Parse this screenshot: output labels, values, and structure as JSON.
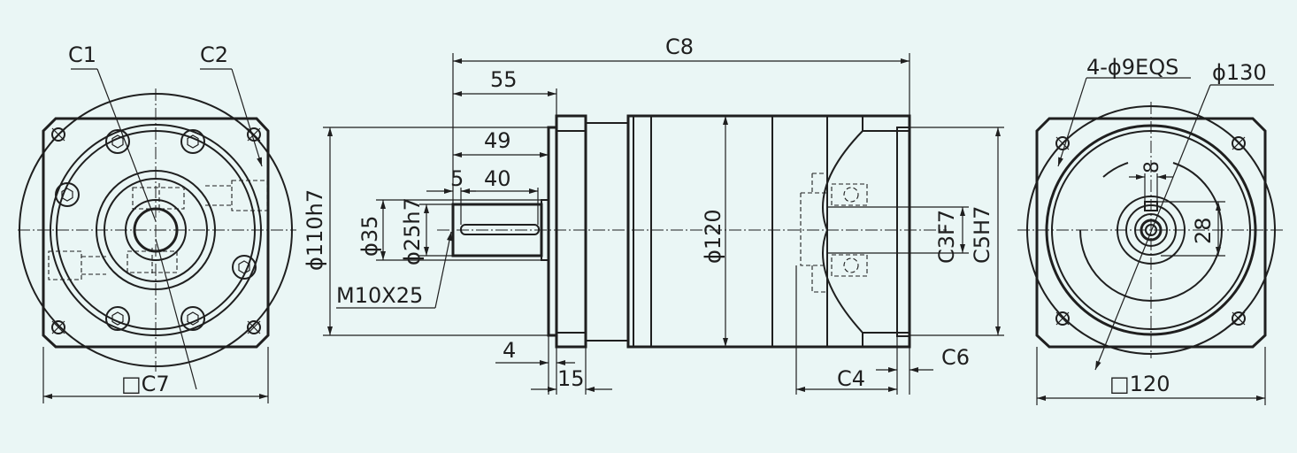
{
  "labels": {
    "c1": "C1",
    "c2": "C2",
    "c7": "□C7",
    "c8": "C8",
    "d55": "55",
    "d49": "49",
    "d5": "5",
    "d40": "40",
    "phi35": "ϕ35",
    "phi25h7": "ϕ25h7",
    "phi110h7": "ϕ110h7",
    "m10x25": "M10X25",
    "d4": "4",
    "d15": "15",
    "phi120": "ϕ120",
    "c3f7": "C3F7",
    "c5h7": "C5H7",
    "c4": "C4",
    "c6": "C6",
    "holes": "4-ϕ9EQS",
    "phi130": "ϕ130",
    "d8": "8",
    "d28": "28",
    "sq120": "□120"
  },
  "colors": {
    "background": "#eaf6f5",
    "line": "#1f1f1f"
  }
}
